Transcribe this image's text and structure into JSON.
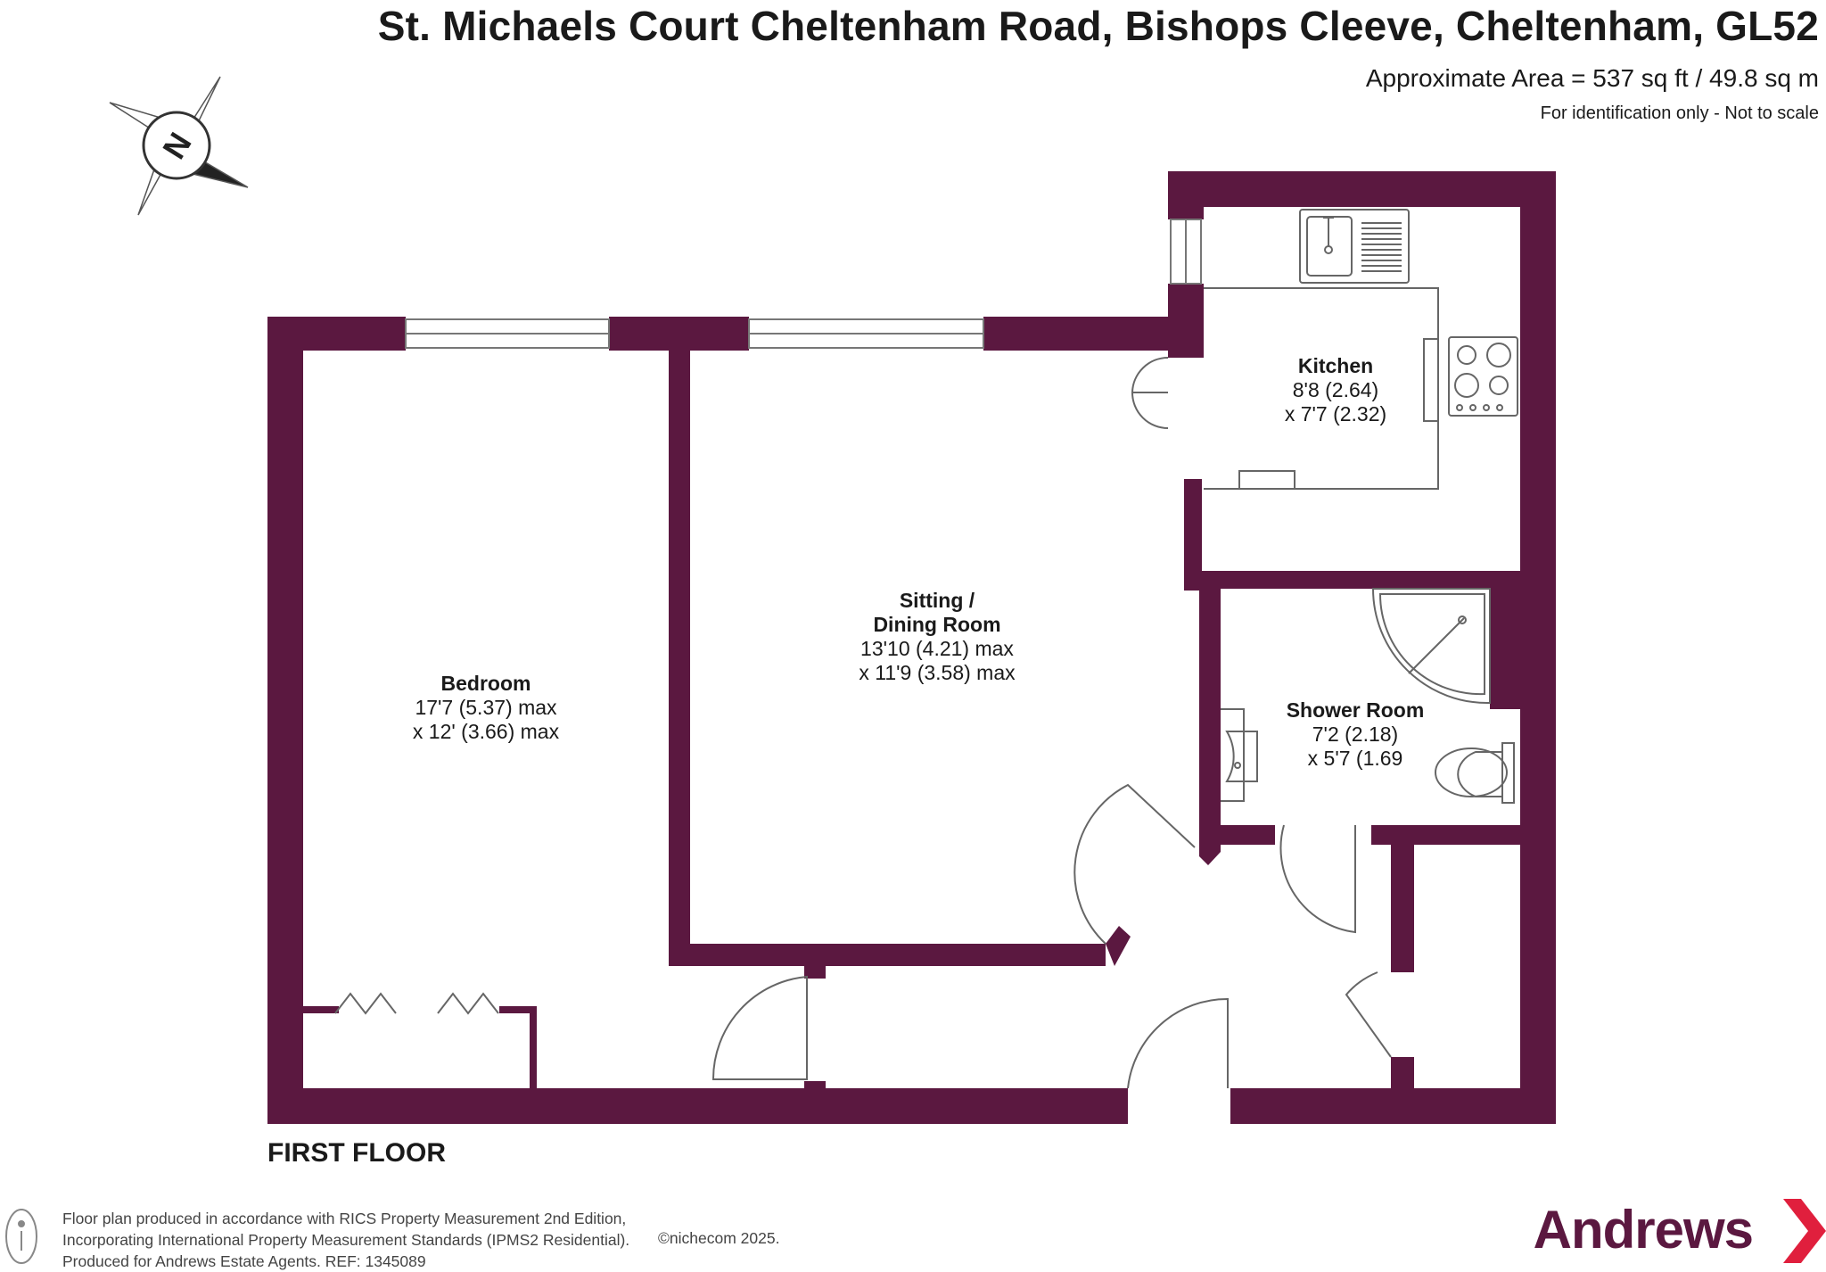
{
  "header": {
    "title": "St. Michaels Court Cheltenham Road, Bishops Cleeve, Cheltenham, GL52",
    "area": "Approximate Area = 537 sq ft / 49.8 sq m",
    "disclaimer": "For identification only - Not to scale"
  },
  "compass": {
    "letter": "N"
  },
  "floor": {
    "label": "FIRST FLOOR"
  },
  "rooms": [
    {
      "name": "Kitchen",
      "dim1": "8'8 (2.64)",
      "dim2": "x 7'7 (2.32)"
    },
    {
      "name_line1": "Sitting /",
      "name_line2": "Dining Room",
      "dim1": "13'10 (4.21) max",
      "dim2": "x 11'9 (3.58) max"
    },
    {
      "name": "Bedroom",
      "dim1": "17'7 (5.37) max",
      "dim2": "x 12' (3.66) max"
    },
    {
      "name": "Shower Room",
      "dim1": "7'2 (2.18)",
      "dim2": "x 5'7 (1.69"
    }
  ],
  "footer": {
    "line1": "Floor plan produced in accordance with RICS Property Measurement 2nd Edition,",
    "line2": "Incorporating International Property Measurement Standards (IPMS2 Residential).",
    "line3": "Produced for Andrews Estate Agents.   REF: 1345089",
    "copyright": "©nichecom 2025."
  },
  "brand": {
    "name": "Andrews"
  },
  "colors": {
    "wall": "#5b1840",
    "fixture": "#666666",
    "text": "#1a1a1a"
  },
  "icons": [
    "person-info-icon",
    "compass-icon",
    "chevron-arrow-icon"
  ]
}
